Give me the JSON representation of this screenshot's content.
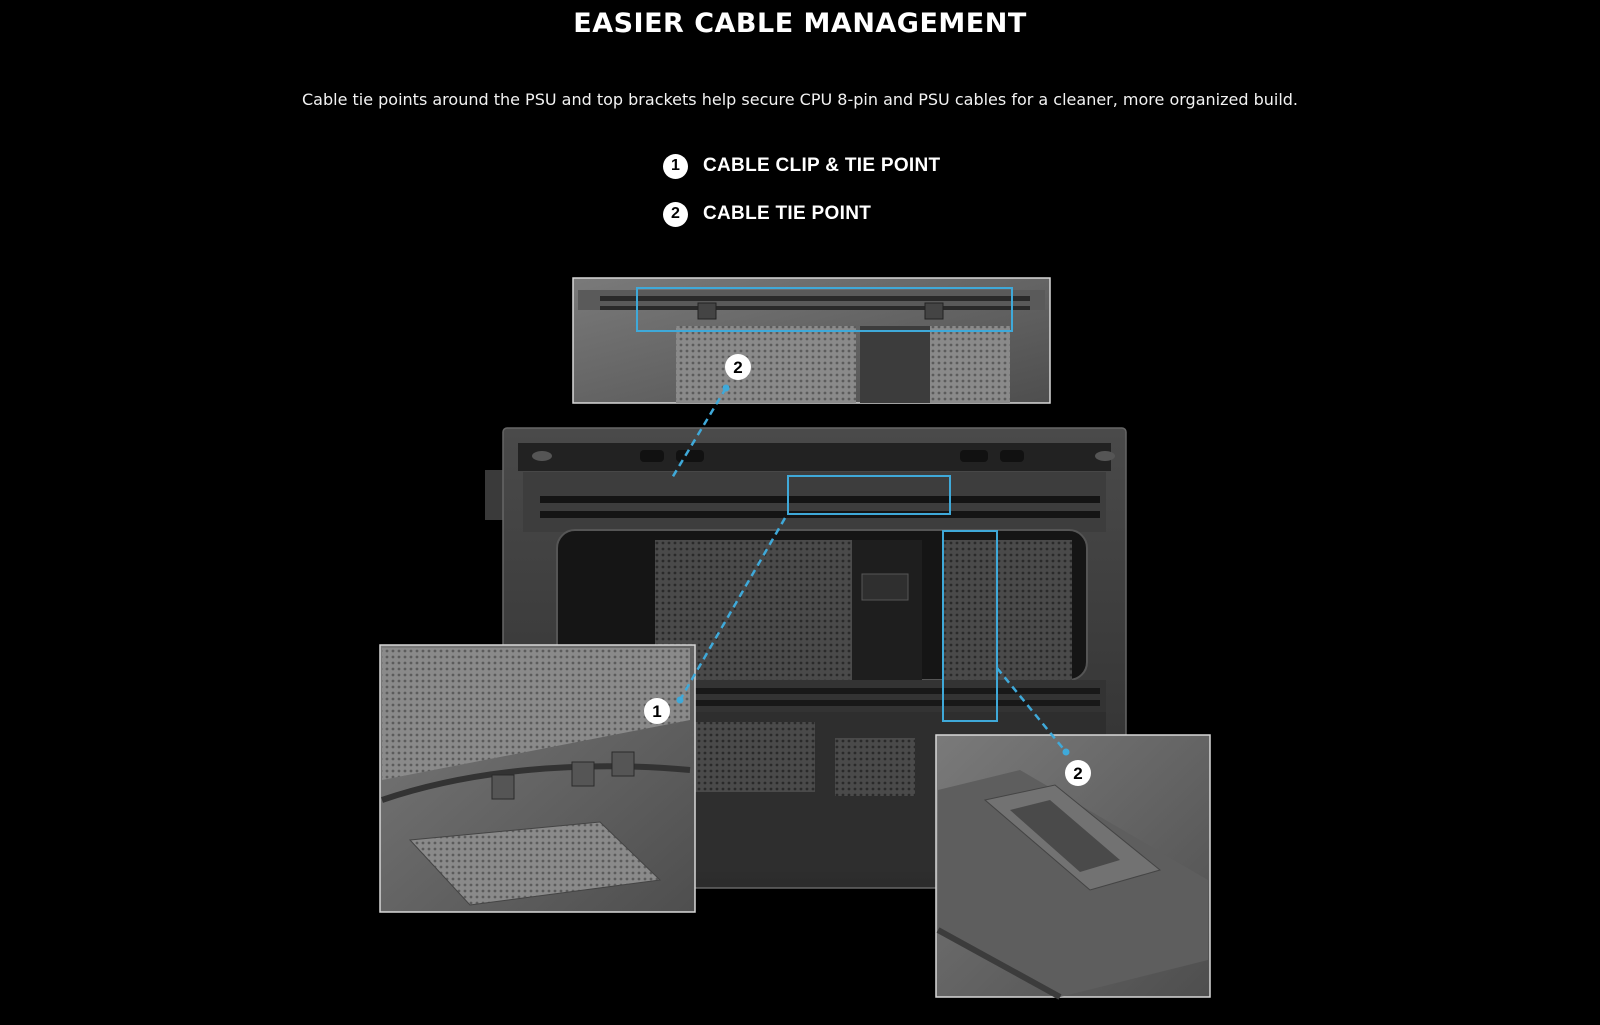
{
  "header": {
    "title": "EASIER CABLE MANAGEMENT",
    "subtitle": "Cable tie points around the PSU and top brackets help secure CPU 8-pin and PSU cables for a cleaner, more organized build."
  },
  "legend": [
    {
      "number": "1",
      "label": "CABLE CLIP & TIE POINT"
    },
    {
      "number": "2",
      "label": "CABLE TIE POINT"
    }
  ],
  "callouts": {
    "top_inset_marker": "2",
    "left_inset_marker": "1",
    "right_inset_marker": "2"
  },
  "colors": {
    "background": "#000000",
    "accent_line": "#3fa9d9",
    "case_body": "#3a3a3a",
    "inset_bg": "#6e6e6e"
  }
}
